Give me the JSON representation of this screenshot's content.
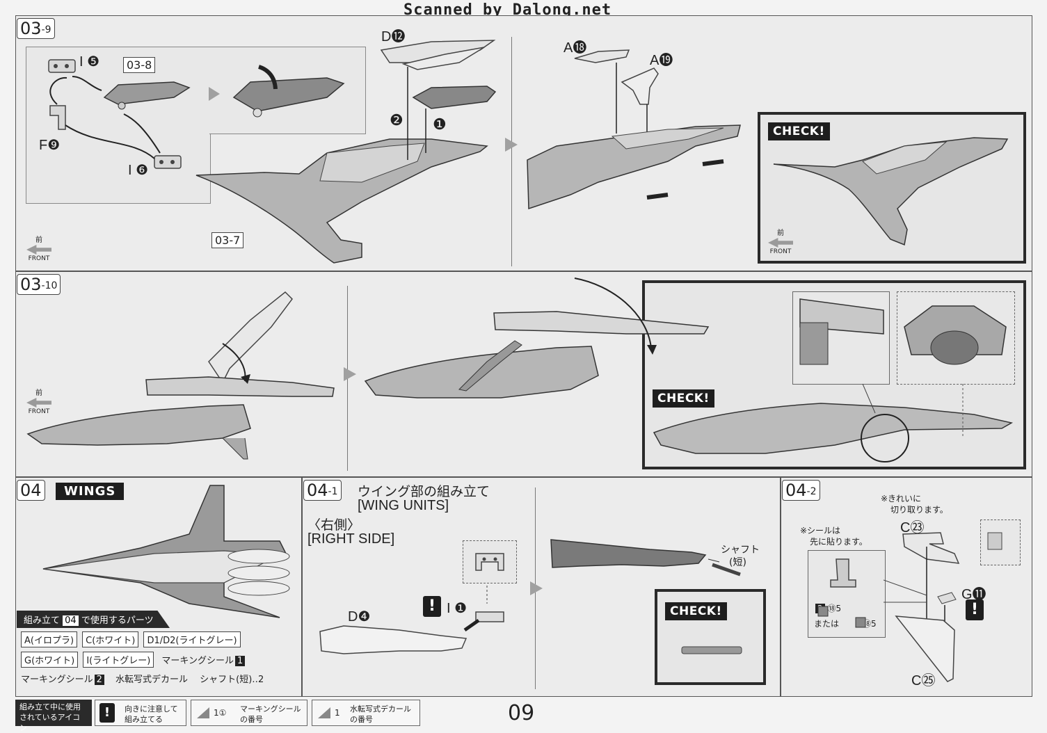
{
  "header": {
    "scan_credit": "Scanned by Dalong.net"
  },
  "steps": {
    "s03_9": {
      "num": "03",
      "sub": "-9",
      "parts": {
        "I5": "I ❺",
        "ref03_8": "03-8",
        "F9": "F❾",
        "I6": "I ❻",
        "D12": "D⓬",
        "ref03_7": "03-7",
        "A18": "A⓲",
        "A19": "A⓳"
      },
      "order": {
        "first": "❶",
        "second": "❷"
      },
      "check": "CHECK!"
    },
    "s03_10": {
      "num": "03",
      "sub": "-10",
      "check": "CHECK!"
    },
    "s04": {
      "num": "04",
      "title": "WINGS",
      "parts_header_pre": "組み立て",
      "parts_header_num": "04",
      "parts_header_post": "で使用するパーツ",
      "parts": [
        "A(イロプラ)",
        "C(ホワイト)",
        "D1/D2(ライトグレー)",
        "G(ホワイト)",
        "I(ライトグレー)"
      ],
      "marking1": "マーキングシール",
      "marking1_num": "1",
      "marking2": "マーキングシール",
      "marking2_num": "2",
      "decal": "水転写式デカール",
      "shaft": "シャフト(短)‥2"
    },
    "s04_1": {
      "num": "04",
      "sub": "-1",
      "title_jp": "ウイング部の組み立て",
      "title_en": "[WING UNITS]",
      "side_jp": "〈右側〉",
      "side_en": "[RIGHT SIDE]",
      "part_I1": "I ❶",
      "part_D4": "D❹",
      "shaft_label": "シャフト",
      "shaft_sub": "(短)",
      "check": "CHECK!"
    },
    "s04_2": {
      "num": "04",
      "sub": "-2",
      "note_cut_1": "※きれいに",
      "note_cut_2": "切り取ります。",
      "note_seal_1": "※シールは",
      "note_seal_2": "先に貼ります。",
      "part_C23": "C㉓",
      "part_G11": "G⓫",
      "part_C25": "C㉕",
      "seal_num": "2",
      "seal_ref": "⑱5",
      "or_text": "または",
      "decal_ref": "⑱5"
    }
  },
  "front_label": {
    "jp": "前",
    "en": "FRONT"
  },
  "legend": {
    "title_1": "組み立て中に使用",
    "title_2": "されているアイコン",
    "caution_1": "向きに注意して",
    "caution_2": "組み立てる",
    "marking_1": "マーキングシール",
    "marking_2": "の番号",
    "marking_nums": "1①",
    "decal_1": "水転写式デカール",
    "decal_2": "の番号",
    "decal_num": "1"
  },
  "page_number": "09"
}
